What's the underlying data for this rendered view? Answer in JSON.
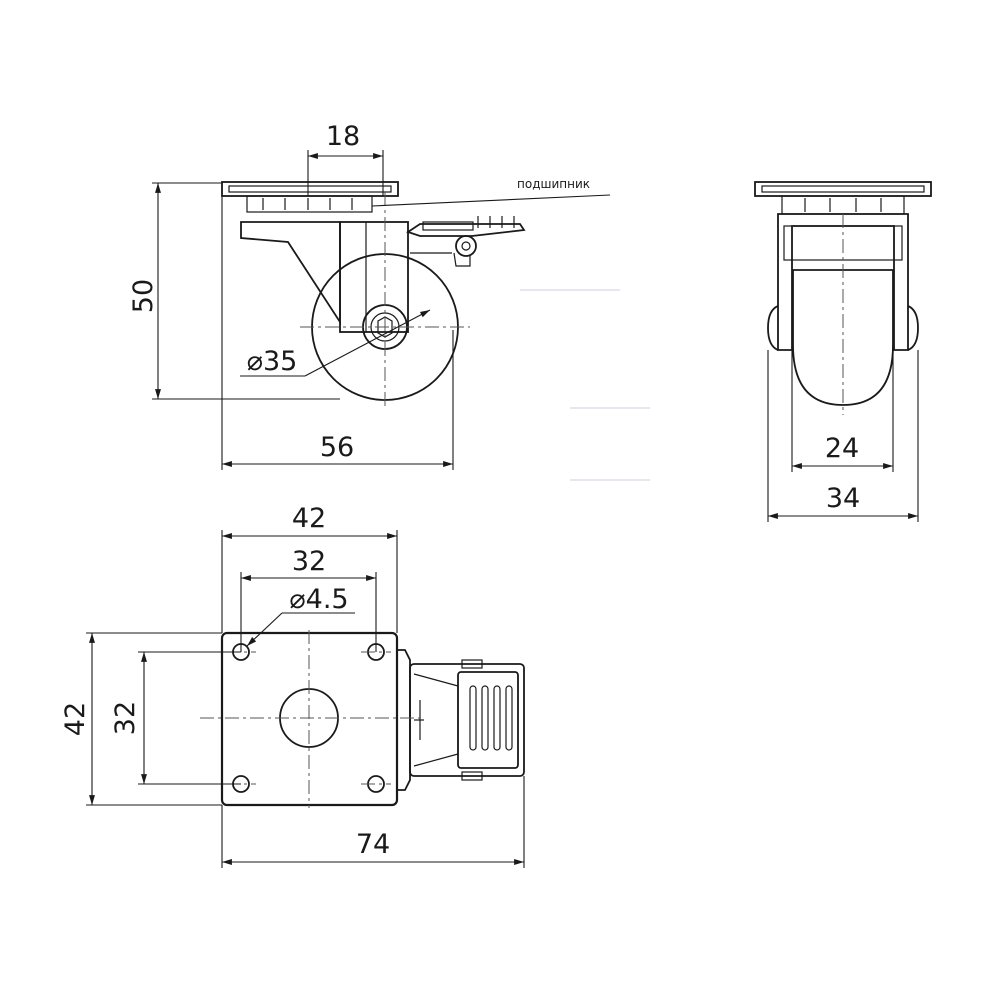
{
  "side_view": {
    "dim_plate_bolt": "18",
    "dim_height": "50",
    "dim_wheel_diameter": "⌀35",
    "dim_width": "56",
    "callout": "подшипник"
  },
  "front_view": {
    "dim_wheel_width": "24",
    "dim_overall_width": "34"
  },
  "top_view": {
    "dim_plate_width": "42",
    "dim_hole_spacing_x": "32",
    "dim_hole_diameter": "⌀4.5",
    "dim_plate_height": "42",
    "dim_hole_spacing_y": "32",
    "dim_overall_length": "74"
  }
}
